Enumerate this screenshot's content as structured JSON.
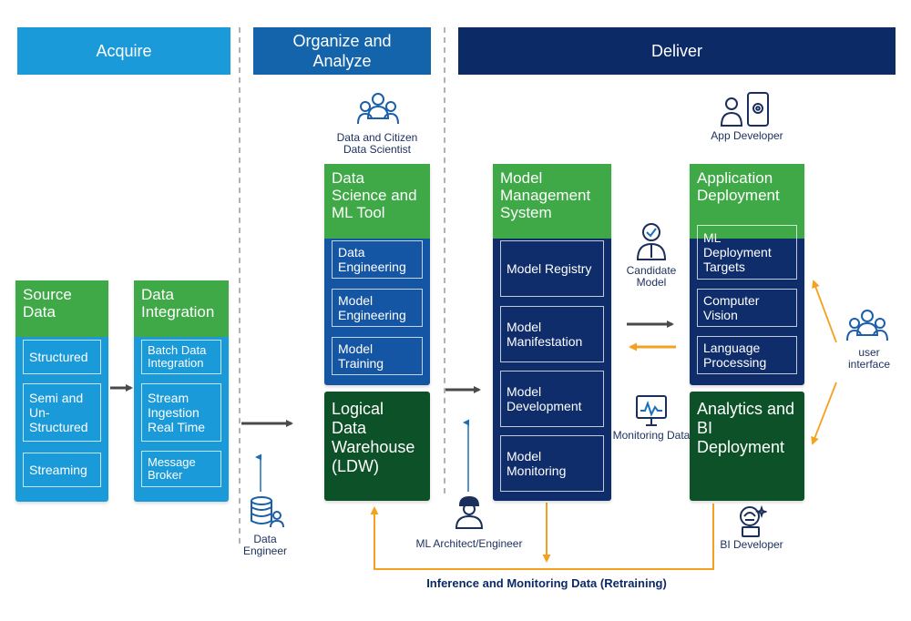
{
  "headers": {
    "acquire": "Acquire",
    "organize": "Organize and Analyze",
    "deliver": "Deliver"
  },
  "source_data": {
    "title": "Source Data",
    "items": [
      "Structured",
      "Semi and Un-Structured",
      "Streaming"
    ]
  },
  "data_integration": {
    "title": "Data Integration",
    "items": [
      "Batch Data Integration",
      "Stream Ingestion Real Time",
      "Message Broker"
    ]
  },
  "data_science": {
    "title": "Data Science and ML Tool",
    "items": [
      "Data Engineering",
      "Model Engineering",
      "Model Training"
    ]
  },
  "ldw": {
    "title": "Logical Data Warehouse (LDW)"
  },
  "model_mgmt": {
    "title": "Model Management System",
    "items": [
      "Model Registry",
      "Model Manifestation",
      "Model Development",
      "Model Monitoring"
    ]
  },
  "app_deploy": {
    "title": "Application Deployment",
    "items": [
      "ML Deployment Targets",
      "Computer Vision",
      "Language Processing"
    ]
  },
  "analytics": {
    "title": "Analytics and BI Deployment"
  },
  "roles": {
    "data_scientist": "Data and Citizen Data Scientist",
    "app_developer": "App Developer",
    "candidate_model": "Candidate Model",
    "monitoring_data": "Monitoring Data",
    "user_interface": "user interface",
    "data_engineer": "Data Engineer",
    "ml_architect": "ML Architect/Engineer",
    "bi_developer": "BI Developer"
  },
  "footer": "Inference and Monitoring Data (Retraining)",
  "colors": {
    "acquire": "#1a9ad8",
    "organize": "#1464ac",
    "deliver": "#0b2a66",
    "green": "#3fa847",
    "dark_green": "#0d5128",
    "orange": "#f5a11f",
    "arrow_gray": "#4a4a4a"
  },
  "icons": [
    "people-group-icon",
    "app-developer-icon",
    "candidate-model-icon",
    "monitoring-icon",
    "user-interface-icon",
    "data-engineer-icon",
    "ml-architect-icon",
    "bi-developer-icon"
  ]
}
